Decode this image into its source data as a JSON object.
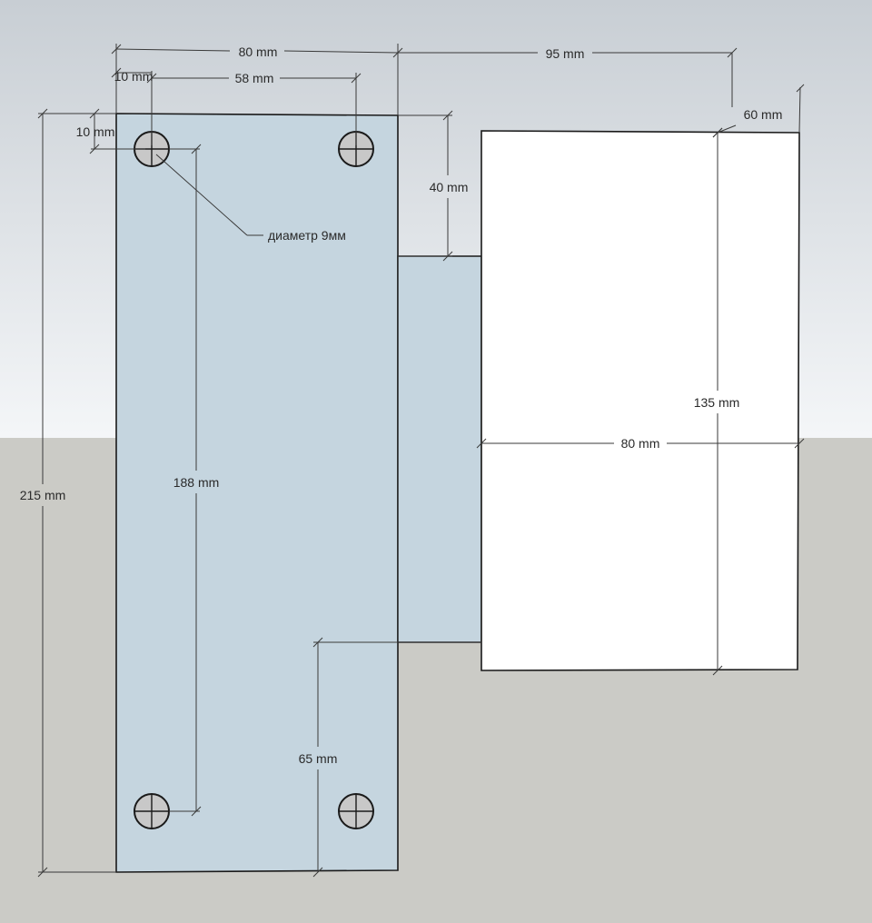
{
  "colors": {
    "sky_top": "#c9cfd5",
    "sky_bottom": "#f3f5f7",
    "ground": "#cbcbc6",
    "plate_fill": "#c5d5df",
    "box_fill": "#ffffff",
    "hole_fill": "#c8c8c8",
    "outline": "#1a1a1a",
    "dim_line": "#3a3a3a"
  },
  "dimensions": {
    "total_width": "80 mm",
    "offset_to_box": "95 mm",
    "hole_edge_x": "10 mm",
    "hole_spacing_x": "58 mm",
    "hole_edge_y": "10 mm",
    "box_depth": "60 mm",
    "top_offset": "40 mm",
    "hole_diameter": "диаметр 9мм",
    "total_height": "215 mm",
    "hole_spacing_y": "188 mm",
    "box_height": "135 mm",
    "box_width": "80 mm",
    "bottom_offset": "65 mm"
  }
}
